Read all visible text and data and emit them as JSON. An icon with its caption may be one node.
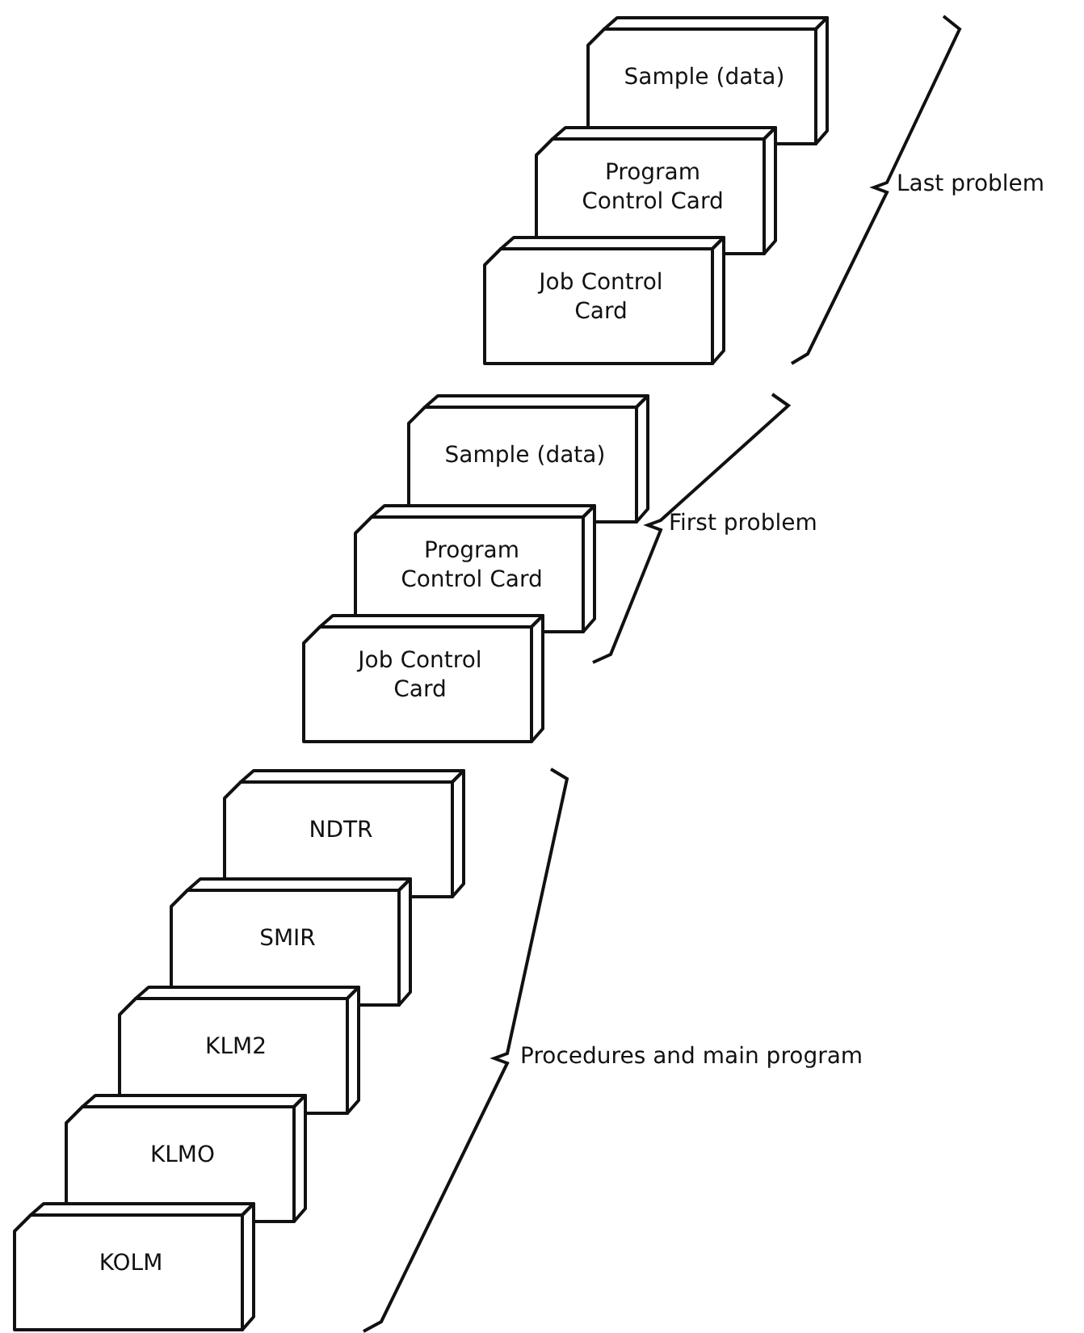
{
  "diagram": {
    "nodes": [
      {
        "text": [
          "Sample (data)"
        ]
      },
      {
        "text": [
          "Program Control Card"
        ]
      },
      {
        "text": [
          "Job Control Card"
        ]
      },
      {
        "text": [
          "Sample (data)"
        ]
      },
      {
        "text": [
          "Program Control Card"
        ]
      },
      {
        "text": [
          "Job Control Card"
        ]
      },
      {
        "text": [
          "NDTR"
        ]
      },
      {
        "text": [
          "SMIR"
        ]
      },
      {
        "text": [
          "KLM2"
        ]
      },
      {
        "text": [
          "KLMO"
        ]
      },
      {
        "text": [
          "KOLM"
        ]
      }
    ],
    "edges": [],
    "labels": [
      "Last problem",
      "First problem",
      "Procedures and main program"
    ]
  }
}
